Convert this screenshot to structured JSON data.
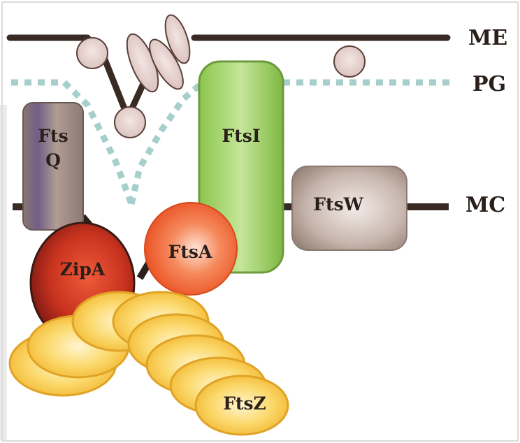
{
  "labels": {
    "me": "ME",
    "pg": "PG",
    "mc": "MC"
  },
  "proteins": {
    "ftsq_line1": "Fts",
    "ftsq_line2": "Q",
    "ftsi": "FtsI",
    "ftsw": "FtsW",
    "zipa": "ZipA",
    "ftsa": "FtsA",
    "ftsz": "FtsZ"
  },
  "colors": {
    "membrane": "#3a2a24",
    "peptidoglycan": "#9ec7c4",
    "lipoprotein": "#e6d2cf",
    "ftsq": "#8f7a76",
    "ftsi": "#9ccf5a",
    "ftsw": "#b8a59c",
    "zipa": "#b52a1c",
    "ftsa": "#f05a23",
    "ftsz": "#f4c03a"
  }
}
